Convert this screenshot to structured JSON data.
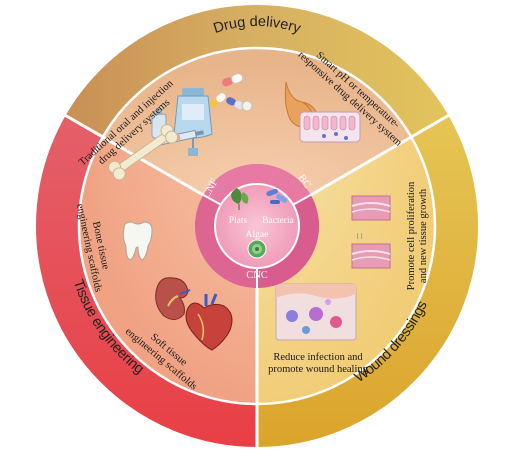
{
  "sectors": {
    "drug_delivery": {
      "title": "Drug delivery",
      "left_text": [
        "Traditional oral and injection",
        "drug delivery systems"
      ],
      "right_text": [
        "Smart pH or temperature-",
        "responsive drug delivery system"
      ]
    },
    "wound_dressings": {
      "title": "Wound dressings",
      "top_text": [
        "Promote cell proliferation",
        "and new tissue growth"
      ],
      "bottom_text": [
        "Reduce infection and",
        "promote wound healing"
      ]
    },
    "tissue_engineering": {
      "title": "Tissue engineering",
      "top_text": [
        "Bone tissue",
        "engineering scaffolds"
      ],
      "bottom_text": [
        "Soft tissue",
        "engineering scaffolds"
      ]
    }
  },
  "core": {
    "segments": [
      "CNF",
      "BC",
      "CNC"
    ],
    "sources": [
      "Plats",
      "Bacteria",
      "Algae"
    ]
  },
  "colors": {
    "drug_outer": "#c9a24a",
    "wound_outer": "#e0b83a",
    "tissue_outer": "#e84a4a",
    "drug_inner": "#f5c9a8",
    "wound_inner": "#f6dfa2",
    "tissue_inner": "#f6b39a",
    "core_ring": "#e86b9a",
    "core_center": "#f4a9c2"
  },
  "icons": [
    "iv-bag-icon",
    "pill-capsule-icon",
    "syringe-icon",
    "stomach-icon",
    "intestine-villi-icon",
    "bone-icon",
    "tooth-icon",
    "kidney-icon",
    "heart-icon",
    "skin-tissue-icon",
    "wound-cells-icon",
    "leaf-icon",
    "bacteria-icon",
    "algae-icon"
  ]
}
